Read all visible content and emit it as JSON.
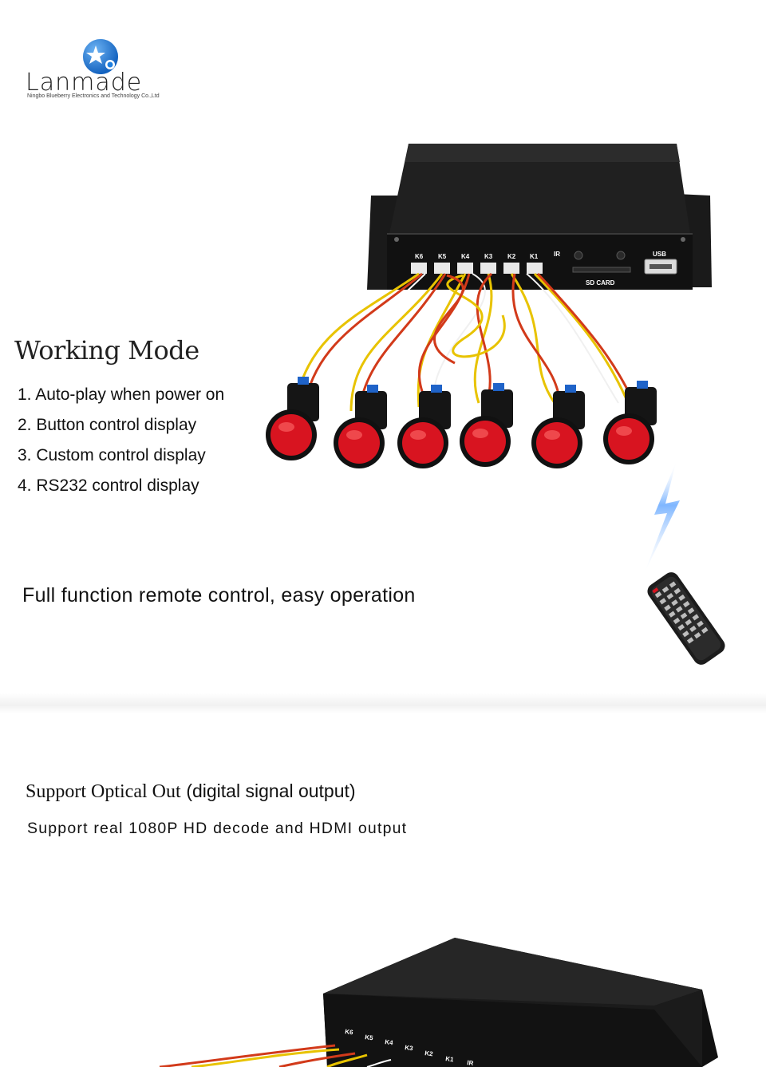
{
  "logo": {
    "brand": "Lanmade",
    "company": "Ningbo Blueberry Electronics and Technology Co.,Ltd"
  },
  "device_top": {
    "ports": [
      "K6",
      "K5",
      "K4",
      "K3",
      "K2",
      "K1"
    ],
    "ir_label": "IR",
    "sd_label": "SD CARD",
    "usb_label": "USB"
  },
  "working_mode": {
    "title": "Working Mode",
    "items": [
      "1. Auto-play when power on",
      "2. Button control display",
      "3. Custom control display",
      "4. RS232 control display"
    ]
  },
  "remote": {
    "text": "Full function remote control, easy operation"
  },
  "optical": {
    "serif_part": "Support Optical Out",
    "sans_part": "(digital signal output)",
    "hd_text": "Support real 1080P HD decode and HDMI output"
  },
  "device_bottom": {
    "ports": [
      "K6",
      "K5",
      "K4",
      "K3",
      "K2",
      "K1",
      "IR"
    ]
  },
  "colors": {
    "button_red": "#d81420",
    "device_black": "#151515",
    "logo_blue": "#1e7fe0"
  }
}
